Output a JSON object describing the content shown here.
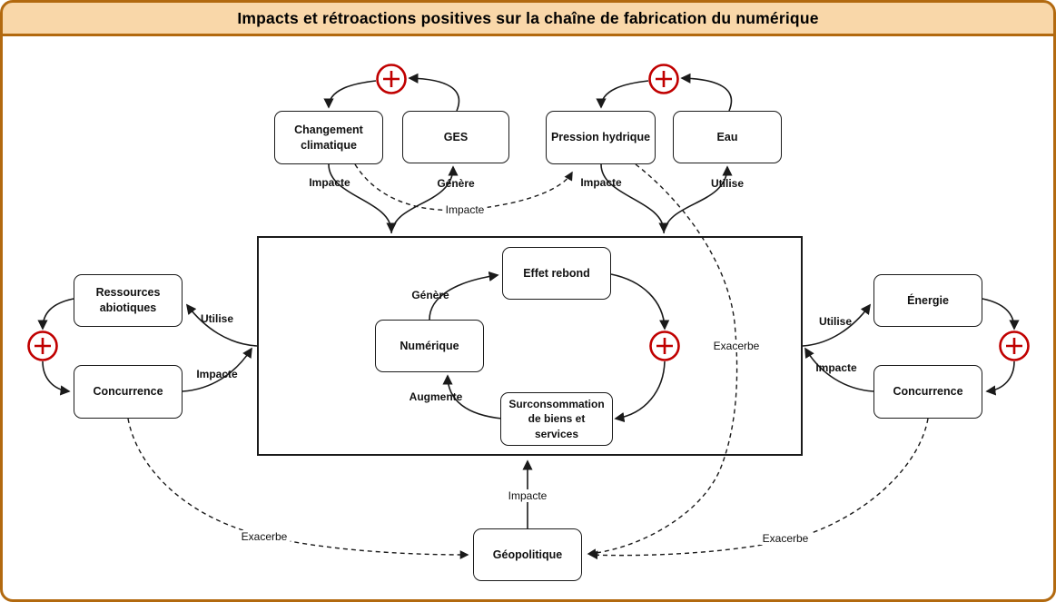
{
  "title": "Impacts et rétroactions positives sur la chaîne de fabrication du numérique",
  "nodes": {
    "changement_climatique": {
      "label": "Changement climatique"
    },
    "ges": {
      "label": "GES"
    },
    "pression_hydrique": {
      "label": "Pression hydrique"
    },
    "eau": {
      "label": "Eau"
    },
    "ressources_abiotiques": {
      "label": "Ressources abiotiques"
    },
    "concurrence_gauche": {
      "label": "Concurrence"
    },
    "energie": {
      "label": "Énergie"
    },
    "concurrence_droite": {
      "label": "Concurrence"
    },
    "effet_rebond": {
      "label": "Effet rebond"
    },
    "numerique": {
      "label": "Numérique"
    },
    "surconsommation": {
      "label": "Surconsommation de biens et services"
    },
    "geopolitique": {
      "label": "Géopolitique"
    }
  },
  "edges": {
    "climat_impacte_chaine": "Impacte",
    "chaine_genere_ges": "Génère",
    "pression_impacte_chaine": "Impacte",
    "chaine_utilise_eau": "Utilise",
    "climat_impacte_pression": "Impacte",
    "chaine_utilise_ressources": "Utilise",
    "concurrence_gauche_impacte_chaine": "Impacte",
    "chaine_utilise_energie": "Utilise",
    "concurrence_droite_impacte_chaine": "Impacte",
    "numerique_genere_effet_rebond": "Génère",
    "surconsommation_augmente_numerique": "Augmente",
    "pression_exacerbe_geopolitique": "Exacerbe",
    "geopolitique_impacte_chaine": "Impacte",
    "concurrence_gauche_exacerbe_geopolitique": "Exacerbe",
    "concurrence_droite_exacerbe_geopolitique": "Exacerbe"
  },
  "icons": {
    "positive_feedback_symbol": "+"
  },
  "colors": {
    "frame_border": "#b2690f",
    "title_background": "#f9d7a9",
    "positive_feedback_red": "#c00000",
    "line_black": "#1a1a1a",
    "box_background": "#ffffff"
  }
}
